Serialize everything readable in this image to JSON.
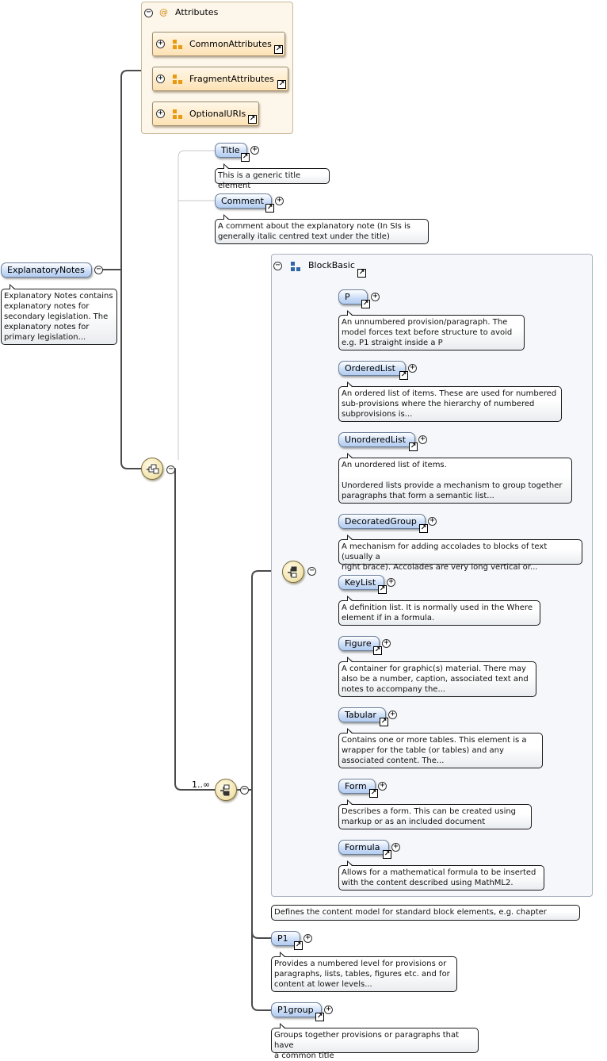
{
  "root": {
    "label": "ExplanatoryNotes",
    "doc": "Explanatory Notes contains\nexplanatory notes for\nsecondary legislation. The\nexplanatory notes for\nprimary legislation..."
  },
  "attributes": {
    "title": "Attributes",
    "at_symbol": "@",
    "items": [
      "CommonAttributes",
      "FragmentAttributes",
      "OptionalURIs"
    ]
  },
  "title_el": {
    "label": "Title",
    "doc": "This is a generic title element"
  },
  "comment_el": {
    "label": "Comment",
    "doc": "A comment about the explanatory note (In SIs is\ngenerally italic centred text under the title)"
  },
  "block_basic": {
    "label": "BlockBasic",
    "doc": "Defines the content model for standard block elements, e.g. chapter",
    "children": [
      {
        "label": "P",
        "doc": "An unnumbered provision/paragraph. The\nmodel forces text before structure to avoid\ne.g. P1 straight inside a P"
      },
      {
        "label": "OrderedList",
        "doc": "An ordered list of items. These are used for numbered\nsub-provisions where the hierarchy of numbered\nsubprovisions is..."
      },
      {
        "label": "UnorderedList",
        "doc": "An unordered list of items.\n\nUnordered lists provide a mechanism to group together\nparagraphs that form a semantic list..."
      },
      {
        "label": "DecoratedGroup",
        "doc": "A mechanism for adding accolades to blocks of text (usually a\nright brace). Accolades are very long vertical or..."
      },
      {
        "label": "KeyList",
        "doc": "A definition list. It is normally used in the Where\nelement if in a formula."
      },
      {
        "label": "Figure",
        "doc": "A container for graphic(s) material. There may\nalso be a number, caption, associated text and\nnotes to accompany the..."
      },
      {
        "label": "Tabular",
        "doc": "Contains one or more tables. This element is a\nwrapper for the table (or tables) and any\nassociated content. The..."
      },
      {
        "label": "Form",
        "doc": "Describes a form. This can be created using\nmarkup or as an included document"
      },
      {
        "label": "Formula",
        "doc": "Allows for a mathematical formula to be inserted\nwith the content described using MathML2."
      }
    ]
  },
  "p1_el": {
    "label": "P1",
    "doc": "Provides a numbered level for provisions or\nparagraphs, lists, tables, figures etc. and for\ncontent at lower levels..."
  },
  "p1group_el": {
    "label": "P1group",
    "doc": "Groups together provisions or paragraphs that have\na common title"
  },
  "cardinality": "1..∞",
  "symbols": {
    "collapse": "−",
    "expand": "+",
    "ref": "↗"
  }
}
